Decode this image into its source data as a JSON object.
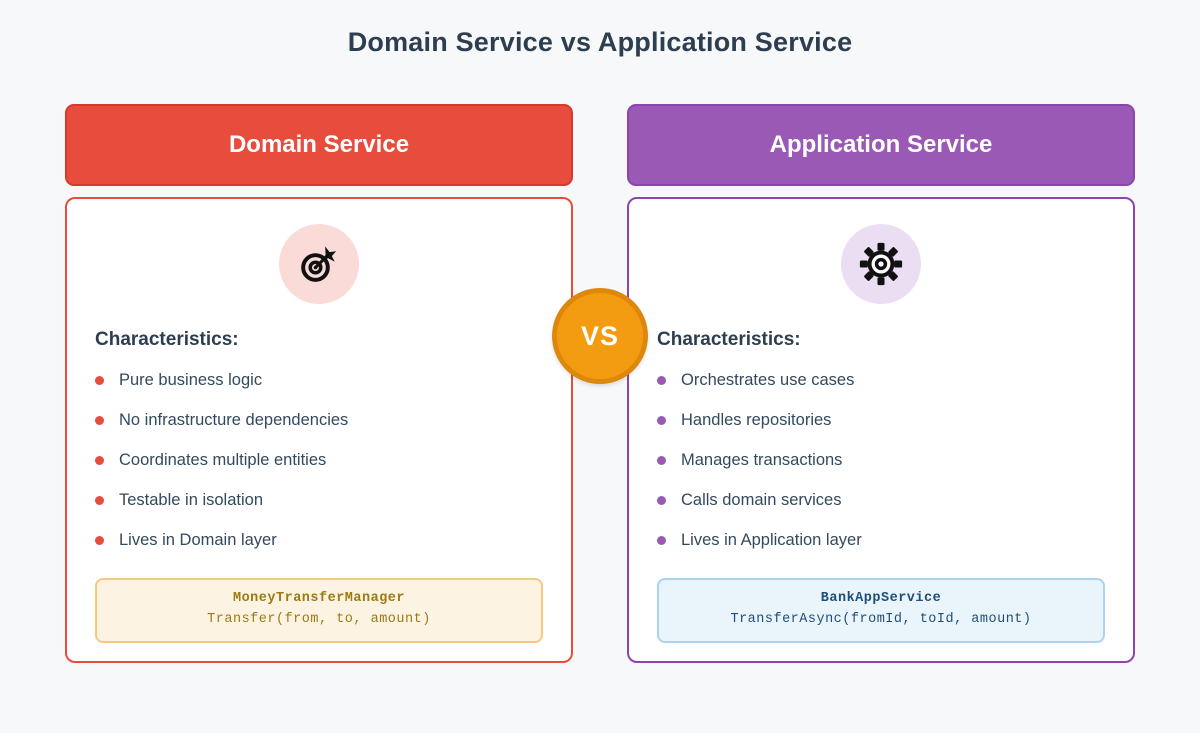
{
  "title": "Domain Service vs Application Service",
  "vs_badge": {
    "label": "VS"
  },
  "colors": {
    "page_background": "#f7f8fa",
    "title_text": "#2c3e50",
    "list_text": "#34495e",
    "domain_accent": "#e74c3c",
    "domain_icon_bg": "#fadbd8",
    "domain_code_bg": "#fdf3e3",
    "domain_code_border": "#f6c97c",
    "domain_code_text": "#9c7a12",
    "application_accent": "#9b59b6",
    "application_border": "#8e44ad",
    "application_icon_bg": "#ecdef2",
    "application_code_bg": "#eaf4fb",
    "application_code_border": "#abd3ee",
    "application_code_text": "#1f4e79",
    "vs_fill": "#f39c12",
    "vs_border": "#dd880b"
  },
  "domain_card": {
    "header": "Domain Service",
    "icon": "target-icon",
    "characteristics_heading": "Characteristics:",
    "items": [
      "Pure business logic",
      "No infrastructure dependencies",
      "Coordinates multiple entities",
      "Testable in isolation",
      "Lives in Domain layer"
    ],
    "code": {
      "line1": "MoneyTransferManager",
      "line2": "Transfer(from, to, amount)"
    }
  },
  "application_card": {
    "header": "Application Service",
    "icon": "gear-icon",
    "characteristics_heading": "Characteristics:",
    "items": [
      "Orchestrates use cases",
      "Handles repositories",
      "Manages transactions",
      "Calls domain services",
      "Lives in Application layer"
    ],
    "code": {
      "line1": "BankAppService",
      "line2": "TransferAsync(fromId, toId, amount)"
    }
  }
}
